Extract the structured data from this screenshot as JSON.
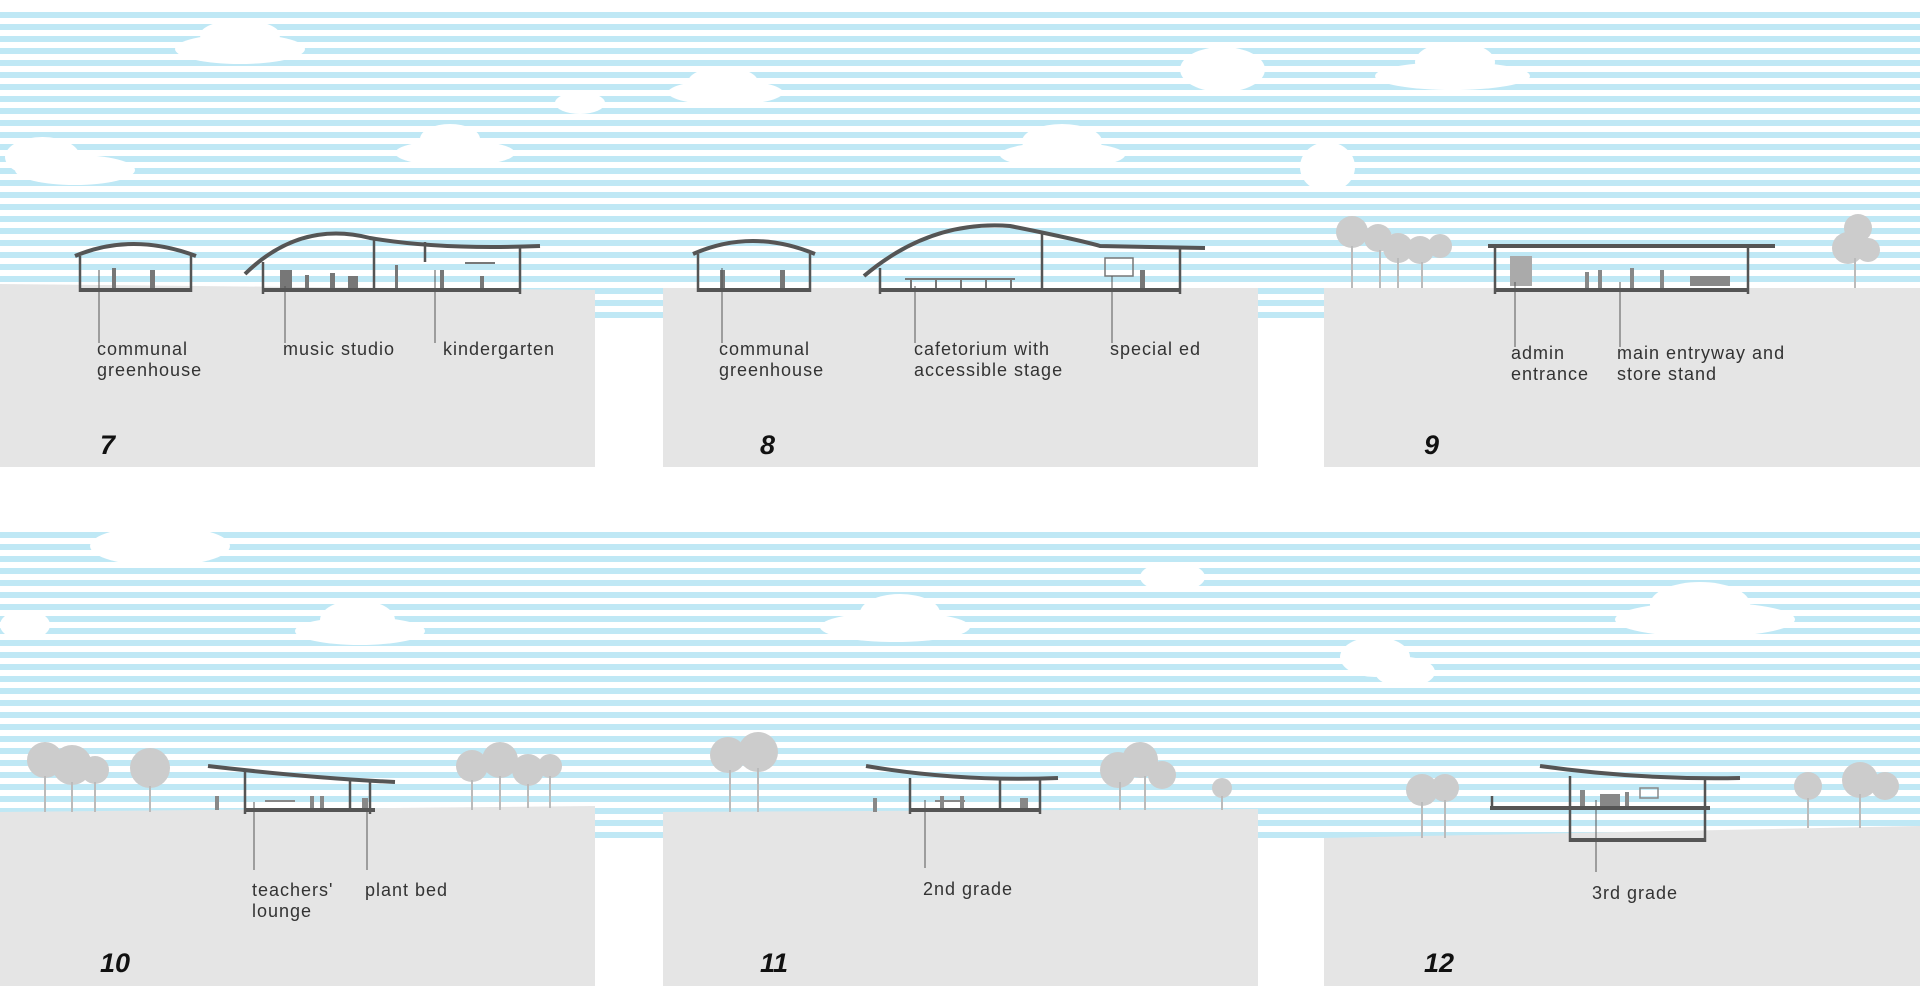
{
  "panels": [
    {
      "number": "7",
      "labels": [
        "communal greenhouse",
        "music studio",
        "kindergarten"
      ]
    },
    {
      "number": "8",
      "labels": [
        "communal greenhouse",
        "cafetorium with accessible stage",
        "special ed"
      ]
    },
    {
      "number": "9",
      "labels": [
        "admin entrance",
        "main entryway and store stand"
      ]
    },
    {
      "number": "10",
      "labels": [
        "teachers' lounge",
        "plant bed"
      ]
    },
    {
      "number": "11",
      "labels": [
        "2nd grade"
      ]
    },
    {
      "number": "12",
      "labels": [
        "3rd grade"
      ]
    }
  ],
  "colors": {
    "sky_stripe": "#bfe8f5",
    "ground": "#e5e5e5",
    "building_line": "#555555",
    "tree": "#c8c8c8"
  }
}
